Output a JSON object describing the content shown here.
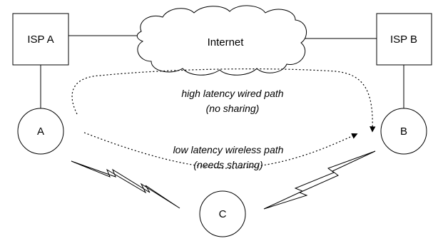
{
  "nodes": {
    "isp_a": "ISP A",
    "isp_b": "ISP B",
    "internet": "Internet",
    "a": "A",
    "b": "B",
    "c": "C"
  },
  "paths": {
    "wired_line1": "high latency wired path",
    "wired_line2": "(no sharing)",
    "wireless_line1": "low latency wireless path",
    "wireless_line2": "(needs sharing)"
  }
}
